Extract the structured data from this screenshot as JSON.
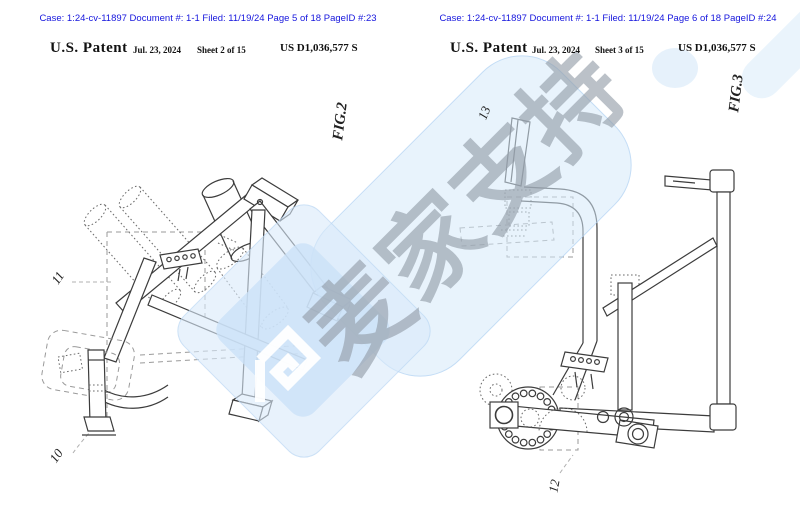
{
  "pages": [
    {
      "case_line": "Case: 1:24-cv-11897 Document #: 1-1 Filed: 11/19/24 Page 5 of 18 PageID #:23",
      "header": {
        "patent_label": "U.S. Patent",
        "date": "Jul. 23, 2024",
        "sheet": "Sheet 2 of 15",
        "patent_number": "US D1,036,577 S"
      },
      "figure_label": "FIG.2",
      "refs": {
        "r11": "11",
        "r10": "10"
      }
    },
    {
      "case_line": "Case: 1:24-cv-11897 Document #: 1-1 Filed: 11/19/24 Page 6 of 18 PageID #:24",
      "header": {
        "patent_label": "U.S. Patent",
        "date": "Jul. 23, 2024",
        "sheet": "Sheet 3 of 15",
        "patent_number": "US D1,036,577 S"
      },
      "figure_label": "FIG.3",
      "refs": {
        "r13": "13",
        "r12": "12"
      }
    }
  ],
  "watermark": {
    "text": "麦家支持",
    "logo": "diamond-maze-logo",
    "band_color": "#d6e9fa",
    "text_color": "#919ba7"
  },
  "colors": {
    "case_link_blue": "#1616dd",
    "ink": "#3c3c3c",
    "background": "#ffffff"
  }
}
